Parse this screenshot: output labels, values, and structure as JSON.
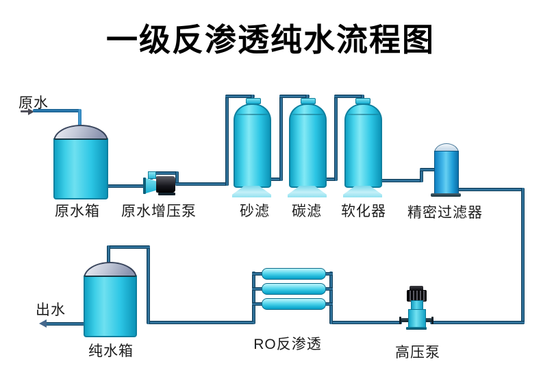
{
  "title": "一级反渗透纯水流程图",
  "streams": {
    "inlet": {
      "label": "原水"
    },
    "outlet": {
      "label": "出水"
    }
  },
  "equipment": {
    "raw_water_tank": {
      "label": "原水箱",
      "type": "tank"
    },
    "booster_pump": {
      "label": "原水增压泵",
      "type": "horizontal-pump"
    },
    "sand_filter": {
      "label": "砂滤",
      "type": "media-filter-vessel"
    },
    "carbon_filter": {
      "label": "碳滤",
      "type": "media-filter-vessel"
    },
    "softener": {
      "label": "软化器",
      "type": "media-filter-vessel"
    },
    "precision_filter": {
      "label": "精密过滤器",
      "type": "cartridge-filter"
    },
    "high_pressure_pump": {
      "label": "高压泵",
      "type": "vertical-pump"
    },
    "ro_unit": {
      "label": "RO反渗透",
      "type": "membrane-rack-3-tubes"
    },
    "pure_water_tank": {
      "label": "纯水箱",
      "type": "tank"
    }
  },
  "colors": {
    "background": "#ffffff",
    "title_text": "#000000",
    "label_text": "#1c1c1c",
    "pipe": "#1c5a7e",
    "vessel_cyan": "#2fc9e7",
    "tank_dome_gray": "#aab2c6",
    "precision_filter_blue": "#2196d6",
    "pump_dark": "#17171d"
  }
}
